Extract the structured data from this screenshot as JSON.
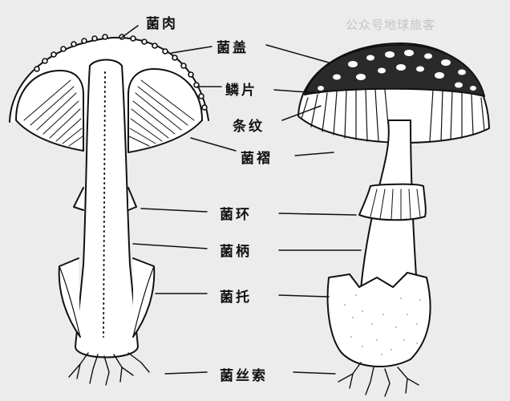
{
  "watermark": "公众号地球旅客",
  "labels": {
    "flesh": "菌肉",
    "cap": "菌盖",
    "scales": "鳞片",
    "striations": "条纹",
    "gills": "菌褶",
    "ring": "菌环",
    "stipe": "菌柄",
    "volva": "菌托",
    "rhizomorphs": "菌丝索"
  }
}
